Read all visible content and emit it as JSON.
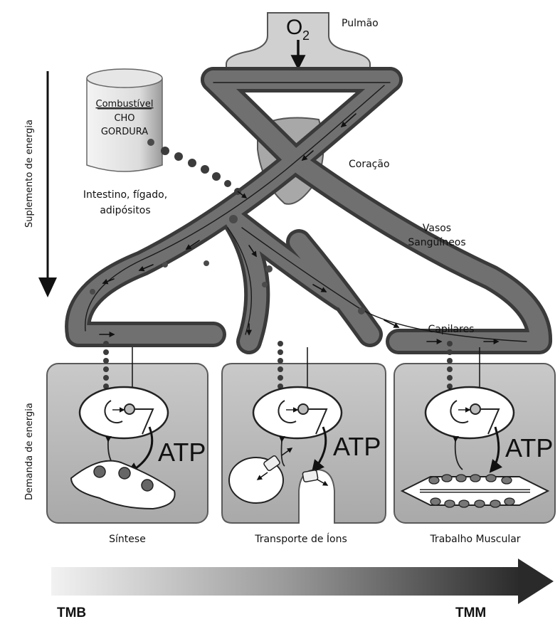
{
  "labels": {
    "oxygen": "O",
    "oxygen_sub": "2",
    "lung": "Pulmão",
    "fuel_title": "Combustível",
    "fuel_cho": "CHO",
    "fuel_fat": "GORDURA",
    "fuel_source_line1": "Intestino, fígado,",
    "fuel_source_line2": "adipósitos",
    "heart": "Coração",
    "vessels_line1": "Vasos",
    "vessels_line2": "Sangüíneos",
    "capillaries": "Capilares",
    "energy_supply": "Suplemento de energia",
    "energy_demand": "Demanda de energia",
    "atp": "ATP",
    "panel_synthesis": "Síntese",
    "panel_ion_transport": "Transporte de Íons",
    "panel_muscle_work": "Trabalho Muscular",
    "bmr": "TMB",
    "mmr": "TMM"
  },
  "colors": {
    "vessel_fill": "#6f6f6f",
    "vessel_stroke": "#3a3a3a",
    "panel_fill": "#bdbdbd",
    "panel_stroke": "#5a5a5a",
    "heart_fill": "#aaaaaa",
    "lung_fill": "#d0d0d0",
    "dot": "#4a4a4a",
    "arrow_dark": "#2b2b2b"
  }
}
